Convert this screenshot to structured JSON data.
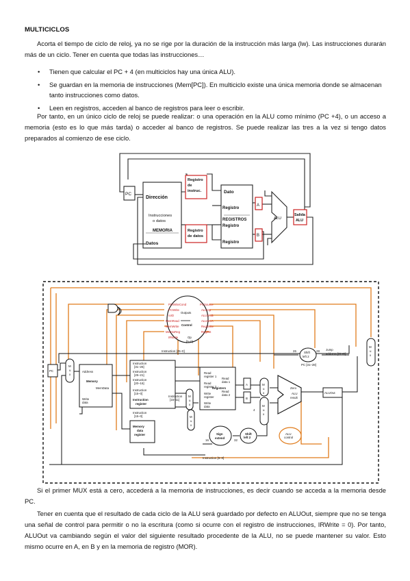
{
  "document": {
    "title": "MULTICICLOS",
    "intro": "Acorta el tiempo de ciclo de reloj, ya no se rige por la duración de la instrucción más larga (lw). Las instrucciones durarán más de un ciclo. Tener en cuenta que todas las instrucciones…",
    "bullets": [
      "Tienen que calcular el PC + 4 (en multiciclos hay una única ALU).",
      "Se guardan en la memoria de instrucciones (Mem[PC]). En multiciclo existe una única memoria donde se almacenan tanto instrucciones como datos.",
      "Leen en registros, acceden al banco de registros para leer o escribir."
    ],
    "bullet_symbol": "•",
    "para2": "Por tanto, en un único ciclo de reloj se puede realizar: o una operación en la ALU como mínimo (PC +4), o un acceso a memoria (esto es lo que más tarda) o acceder al banco de registros. Se puede realizar las tres a la vez si tengo datos preparados al comienzo de ese ciclo.",
    "para3": "Si el primer MUX está a cero, accederá a la memoria de instrucciones, es decir cuando se acceda a la memoria desde PC.",
    "para4": "Tener en cuenta que el resultado de cada ciclo de la ALU será guardado por defecto en ALUOut, siempre que no se tenga una señal de control para permitir o no la escritura (como si ocurre con el registro de instrucciones, IRWrite = 0). Por tanto, ALUOut va cambiando según el valor del siguiente resultado procedente de la ALU, no se puede mantener su valor. Esto mismo ocurre en A, en B y en la memoria de registro (MOR)."
  },
  "figure1": {
    "pc": "PC",
    "memoria": "MEMORIA",
    "direccion": "Dirección",
    "instr_o_datos": [
      "Instrucciones",
      "o datos"
    ],
    "datos": "Datos",
    "reg_instr": [
      "Registro",
      "de",
      "instruc."
    ],
    "reg_datos": [
      "Registro",
      "de datos"
    ],
    "dato": "Dato",
    "registro": "Registro",
    "registros": "REGISTROS",
    "a": "A",
    "b": "B",
    "alu": "ALU",
    "salida_alu": [
      "Salida",
      "ALU"
    ]
  },
  "figure2": {
    "signals": [
      "PCWriteCond",
      "PCWrite",
      "IorD",
      "MemRead",
      "MemWrite",
      "MemtoReg",
      "IRWrite"
    ],
    "signals_right": [
      "PCSource",
      "ALUOp",
      "ALUSrcB",
      "ALUSrcA",
      "RegWrite",
      "RegDst"
    ],
    "outputs": "Outputs",
    "control": "Control",
    "op": [
      "Op",
      "[5–0]"
    ],
    "instr_25_0": "Instruction [25–0]",
    "instr_31_26": [
      "Instruction",
      "[31–26]"
    ],
    "instr_25_21": [
      "Instruction",
      "[25–21]"
    ],
    "instr_20_16": [
      "Instruction",
      "[20–16]"
    ],
    "instr_15_0": [
      "Instruction",
      "[15–0]"
    ],
    "instr_15_11": [
      "Instruction",
      "[15–11]"
    ],
    "instr_15_0b": [
      "Instruction",
      "[15–0]"
    ],
    "instr_5_0": "Instruction [5–0]",
    "instr_register": [
      "Instruction",
      "register"
    ],
    "pc": "PC",
    "mux": [
      "M",
      "u",
      "x"
    ],
    "zero_one": [
      "0",
      "1"
    ],
    "address": "Address",
    "memory": "Memory",
    "memdata": "MemData",
    "write_data": [
      "Write",
      "data"
    ],
    "memory_data_register": [
      "Memory",
      "data",
      "register"
    ],
    "read_reg1": [
      "Read",
      "register 1"
    ],
    "read_reg2": [
      "Read",
      "register 2"
    ],
    "write_reg": [
      "Write",
      "register"
    ],
    "read_data1": [
      "Read",
      "data 1"
    ],
    "read_data2": [
      "Read",
      "data 2"
    ],
    "registers": "Registers",
    "a": "A",
    "b": "B",
    "four": "4",
    "zero": "Zero",
    "alu": "ALU",
    "alu_result": "result",
    "aluout": "ALUOut",
    "alu_control": [
      "ALU",
      "control"
    ],
    "sign_extend": [
      "Sign",
      "extend"
    ],
    "shift_left2": [
      "Shift",
      "left 2"
    ],
    "n16": "16",
    "n32": "32",
    "n26": "26",
    "n28": "28",
    "pc_31_28": "PC [31–28]",
    "jump_address": [
      "Jump",
      "address [31–0]"
    ]
  },
  "colors": {
    "orange": "#e07b1a",
    "red": "#cc2222"
  }
}
